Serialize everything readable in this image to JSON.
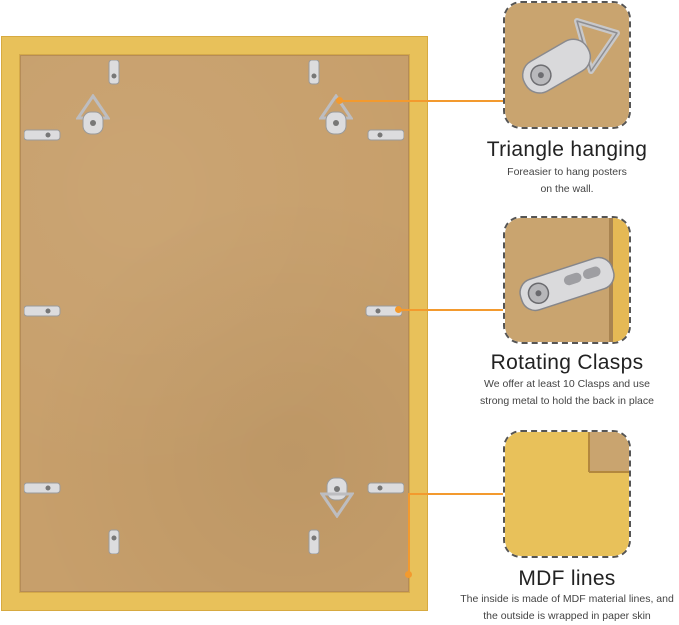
{
  "features": [
    {
      "id": "triangle",
      "title": "Triangle hanging",
      "desc_lines": [
        "Foreasier to hang posters",
        "on the wall."
      ],
      "icon": "triangle-hanger-icon"
    },
    {
      "id": "clasps",
      "title": "Rotating Clasps",
      "desc_lines": [
        "We offer at least 10 Clasps and use",
        "strong metal to hold the back in place"
      ],
      "icon": "rotating-clasp-icon"
    },
    {
      "id": "mdf",
      "title": "MDF lines",
      "desc_lines": [
        "The inside is made of MDF material lines, and",
        "the outside is wrapped in paper skin"
      ],
      "icon": "mdf-corner-icon"
    }
  ],
  "colors": {
    "frame": "#e8c15a",
    "backing": "#c79f6b",
    "accent": "#f39a2e",
    "metal": "#d4d4d6"
  }
}
